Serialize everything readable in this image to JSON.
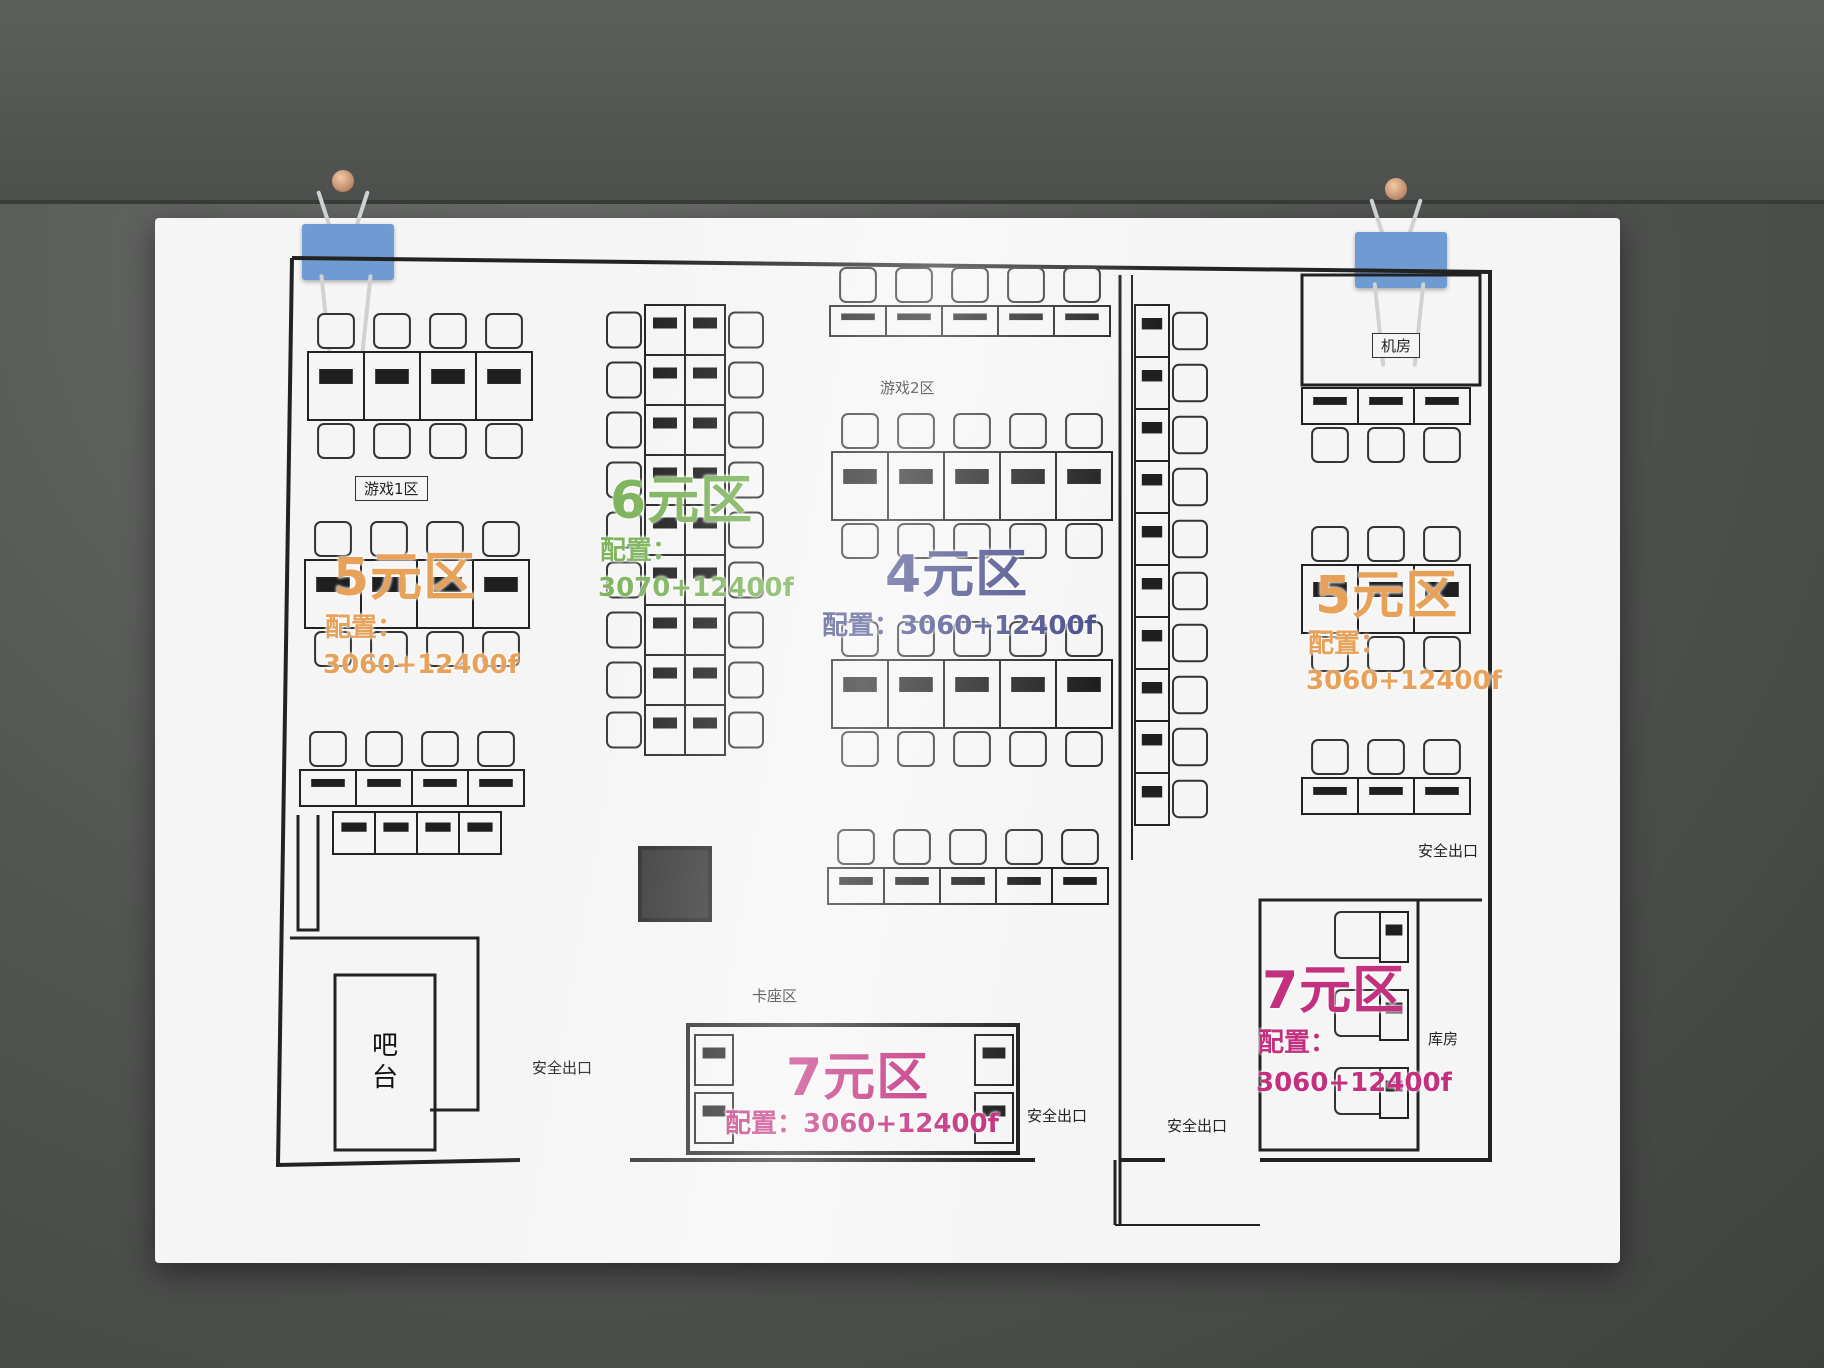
{
  "colors": {
    "orange": "#e8a159",
    "green": "#7cb35a",
    "navy": "#4a4f8c",
    "magenta": "#c2307e"
  },
  "labels": {
    "game_zone_1": "游戏1区",
    "game_zone_2": "游戏2区",
    "booth_area": "卡座区",
    "server_room": "机房",
    "storage": "库房",
    "bar": "吧台"
  },
  "exits": [
    "安全出口",
    "安全出口",
    "安全出口",
    "安全出口"
  ],
  "zones": [
    {
      "id": "zone-left-5",
      "price": "5元区",
      "spec_label": "配置：",
      "spec": "3060+12400f",
      "color": "orange"
    },
    {
      "id": "zone-6",
      "price": "6元区",
      "spec_label": "配置：",
      "spec": "3070+12400f",
      "color": "green"
    },
    {
      "id": "zone-4",
      "price": "4元区",
      "spec_label": "配置：",
      "spec": "3060+12400f",
      "color": "navy"
    },
    {
      "id": "zone-right-5",
      "price": "5元区",
      "spec_label": "配置：",
      "spec": "3060+12400f",
      "color": "orange"
    },
    {
      "id": "zone-bottom-7",
      "price": "7元区",
      "spec_label": "配置：",
      "spec": "3060+12400f",
      "color": "magenta"
    },
    {
      "id": "zone-right-7",
      "price": "7元区",
      "spec_label": "配置：",
      "spec": "3060+12400f",
      "color": "magenta"
    }
  ]
}
